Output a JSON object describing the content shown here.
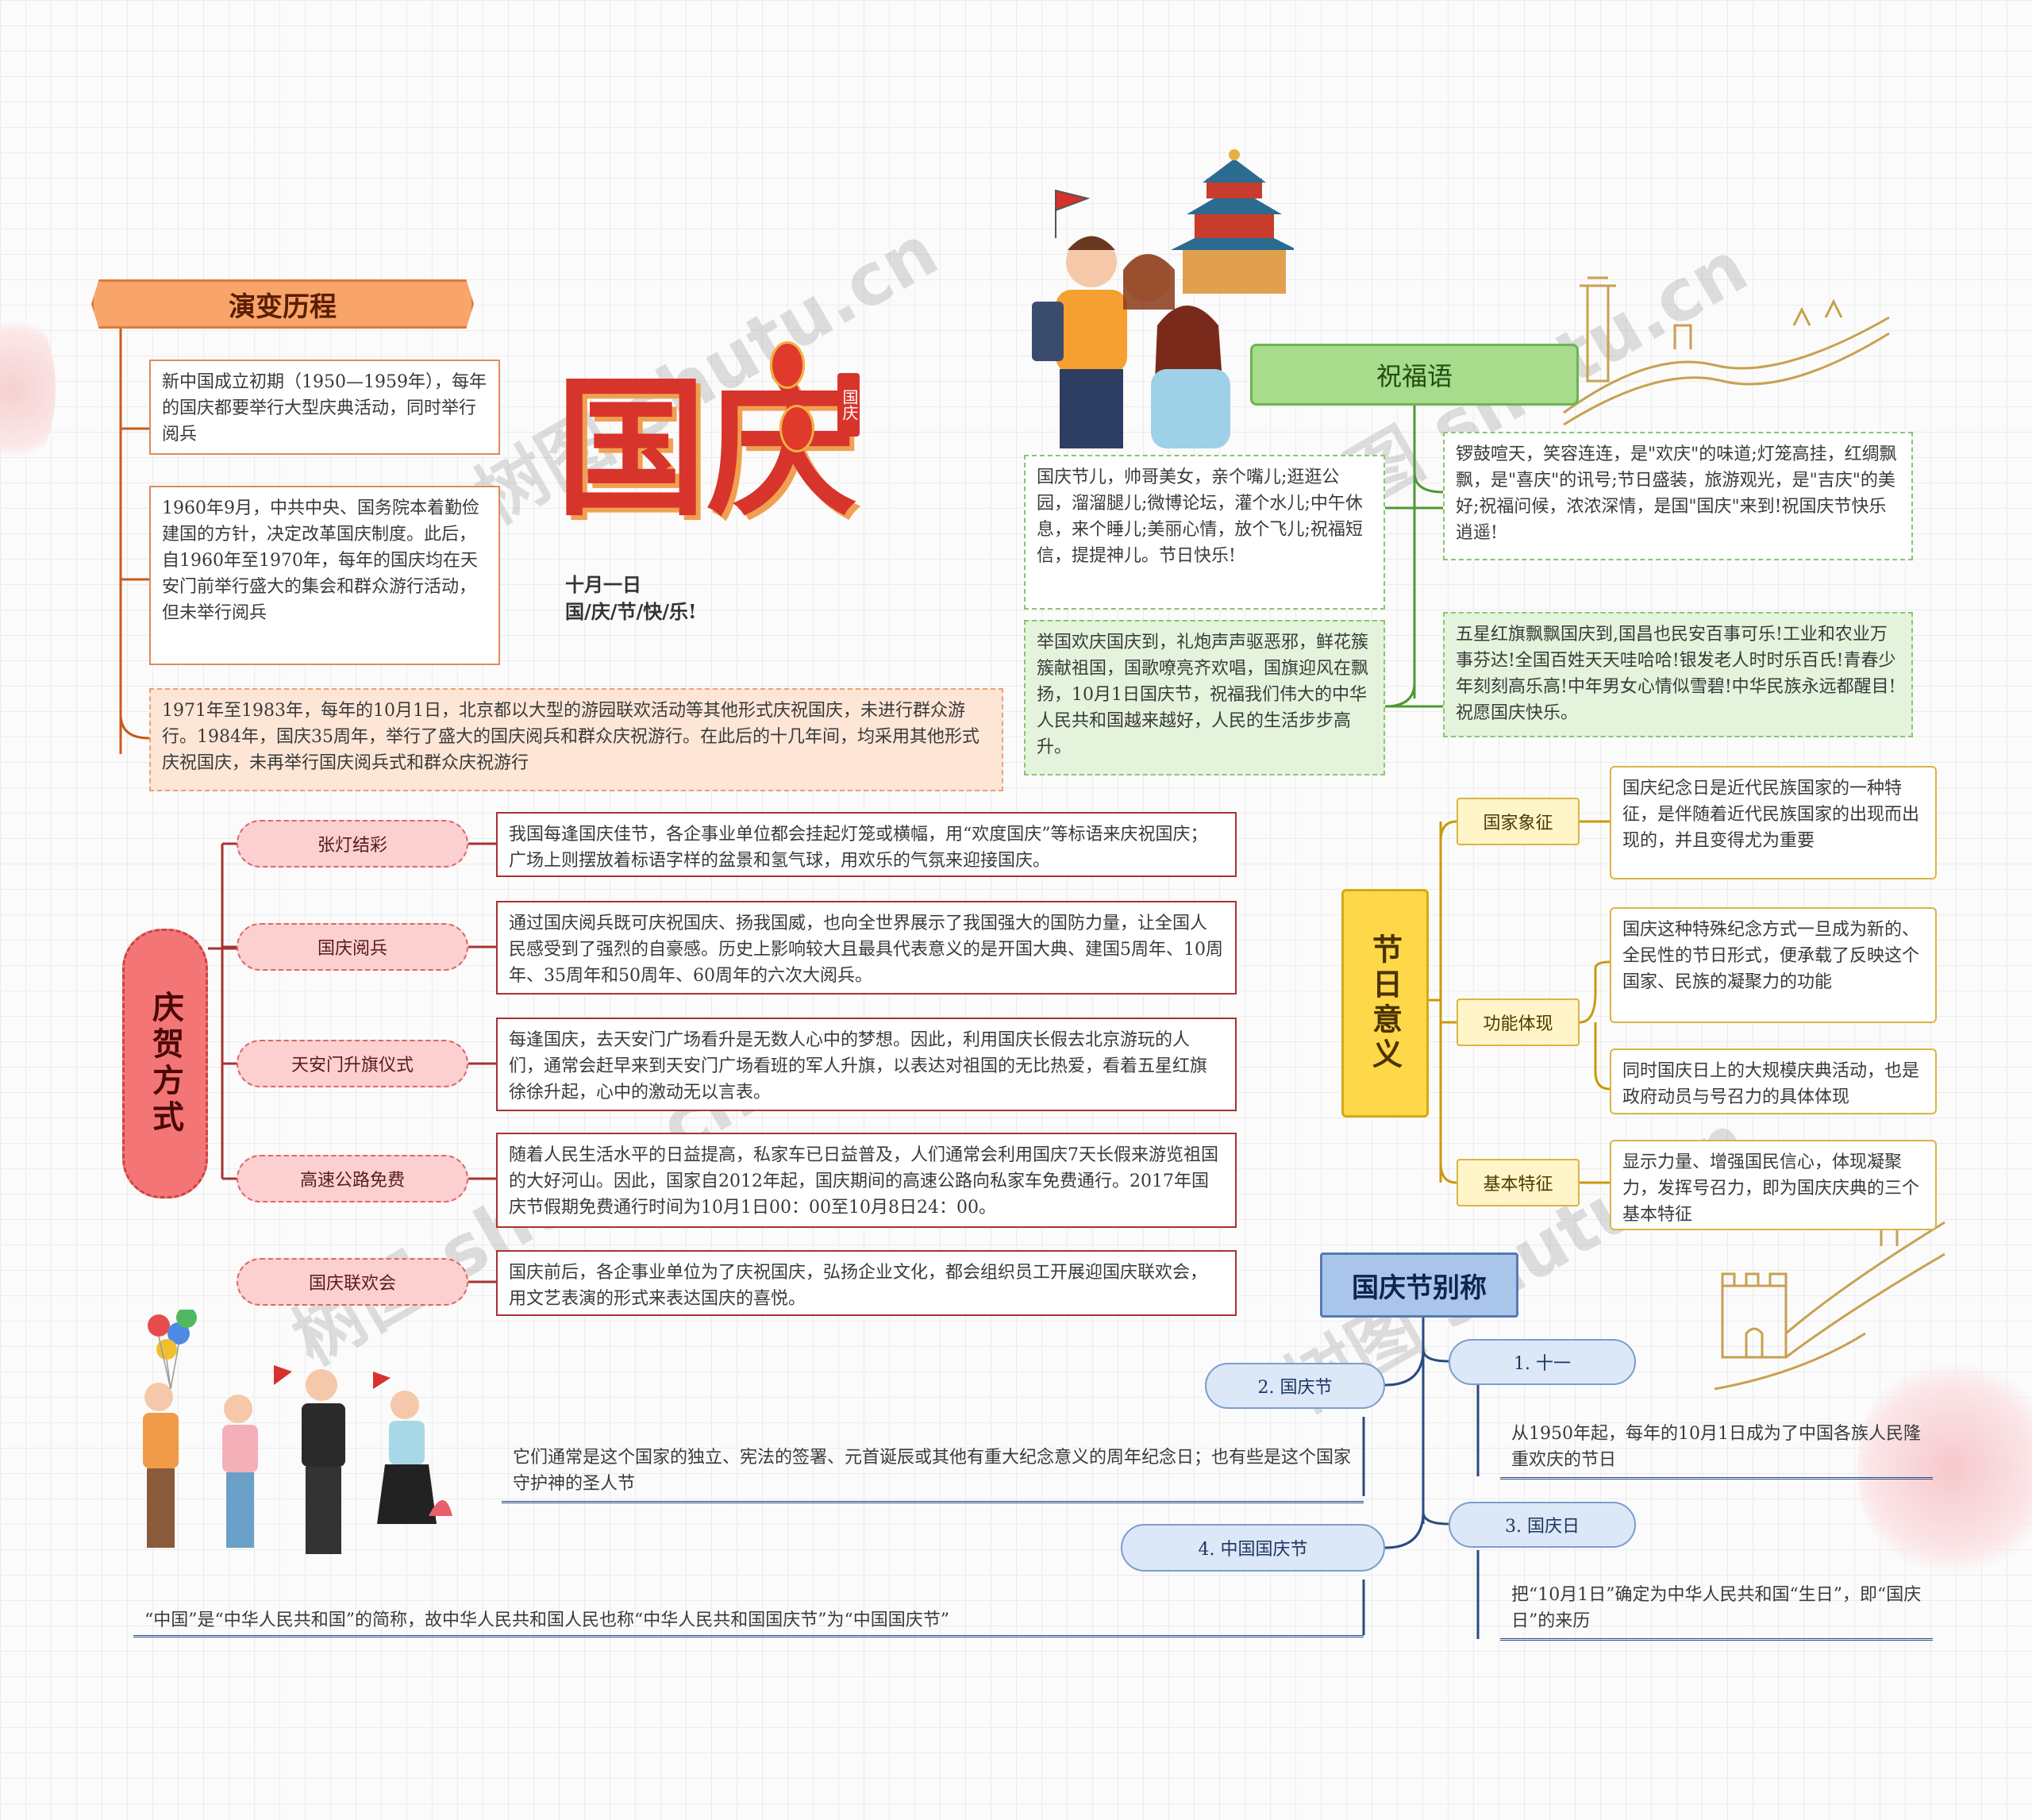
{
  "title": {
    "main": "国庆",
    "date": "十月一日",
    "greeting": "国/庆/节/快/乐!",
    "seal": "国庆"
  },
  "watermark": "树图 shutu.cn",
  "evolution": {
    "label": "演变历程",
    "items": [
      "新中国成立初期（1950—1959年），每年的国庆都要举行大型庆典活动，同时举行阅兵",
      "1960年9月，中共中央、国务院本着勤俭建国的方针，决定改革国庆制度。此后，自1960年至1970年，每年的国庆均在天安门前举行盛大的集会和群众游行活动，但未举行阅兵",
      "1971年至1983年，每年的10月1日，北京都以大型的游园联欢活动等其他形式庆祝国庆，未进行群众游行。1984年，国庆35周年，举行了盛大的国庆阅兵和群众庆祝游行。在此后的十几年间，均采用其他形式庆祝国庆，未再举行国庆阅兵式和群众庆祝游行"
    ]
  },
  "blessings": {
    "label": "祝福语",
    "items": [
      "国庆节儿，帅哥美女，亲个嘴儿;逛逛公园，溜溜腿儿;微博论坛，灌个水儿;中午休息，来个睡儿;美丽心情，放个飞儿;祝福短信，提提神儿。节日快乐!",
      "举国欢庆国庆到，礼炮声声驱恶邪，鲜花簇簇献祖国，国歌嘹亮齐欢唱，国旗迎风在飘扬，10月1日国庆节，祝福我们伟大的中华人民共和国越来越好，人民的生活步步高升。",
      "锣鼓喧天，笑容连连，是\"欢庆\"的味道;灯笼高挂，红绸飘飘，是\"喜庆\"的讯号;节日盛装，旅游观光，是\"吉庆\"的美好;祝福问候，浓浓深情，是国\"国庆\"来到!祝国庆节快乐逍遥!",
      "五星红旗飘飘国庆到,国昌也民安百事可乐!工业和农业万事芬达!全国百姓天天哇哈哈!银发老人时时乐百氏!青春少年刻刻高乐高!中年男女心情似雪碧!中华民族永远都醒目!祝愿国庆快乐。"
    ]
  },
  "celebration": {
    "label": "庆贺方式",
    "items": [
      {
        "label": "张灯结彩",
        "text": "我国每逢国庆佳节，各企事业单位都会挂起灯笼或横幅，用“欢度国庆”等标语来庆祝国庆；广场上则摆放着标语字样的盆景和氢气球，用欢乐的气氛来迎接国庆。"
      },
      {
        "label": "国庆阅兵",
        "text": "通过国庆阅兵既可庆祝国庆、扬我国威，也向全世界展示了我国强大的国防力量，让全国人民感受到了强烈的自豪感。历史上影响较大且最具代表意义的是开国大典、建国5周年、10周年、35周年和50周年、60周年的六次大阅兵。"
      },
      {
        "label": "天安门升旗仪式",
        "text": "每逢国庆，去天安门广场看升是无数人心中的梦想。因此，利用国庆长假去北京游玩的人们，通常会赶早来到天安门广场看班的军人升旗，以表达对祖国的无比热爱，看着五星红旗徐徐升起，心中的激动无以言表。"
      },
      {
        "label": "高速公路免费",
        "text": "随着人民生活水平的日益提高，私家车已日益普及，人们通常会利用国庆7天长假来游览祖国的大好河山。因此，国家自2012年起，国庆期间的高速公路向私家车免费通行。2017年国庆节假期免费通行时间为10月1日00：00至10月8日24：00。"
      },
      {
        "label": "国庆联欢会",
        "text": "国庆前后，各企事业单位为了庆祝国庆，弘扬企业文化，都会组织员工开展迎国庆联欢会，用文艺表演的形式来表达国庆的喜悦。"
      }
    ]
  },
  "significance": {
    "label": "节日意义",
    "items": [
      {
        "label": "国家象征",
        "texts": [
          "国庆纪念日是近代民族国家的一种特征，是伴随着近代民族国家的出现而出现的，并且变得尤为重要"
        ]
      },
      {
        "label": "功能体现",
        "texts": [
          "国庆这种特殊纪念方式一旦成为新的、全民性的节日形式，便承载了反映这个国家、民族的凝聚力的功能",
          "同时国庆日上的大规模庆典活动，也是政府动员与号召力的具体体现"
        ]
      },
      {
        "label": "基本特征",
        "texts": [
          "显示力量、增强国民信心，体现凝聚力，发挥号召力，即为国庆庆典的三个基本特征"
        ]
      }
    ]
  },
  "aliases": {
    "label": "国庆节别称",
    "items": [
      {
        "label": "1. 十一",
        "text": "从1950年起，每年的10月1日成为了中国各族人民隆重欢庆的节日"
      },
      {
        "label": "2. 国庆节",
        "text": "它们通常是这个国家的独立、宪法的签署、元首诞辰或其他有重大纪念意义的周年纪念日；也有些是这个国家守护神的圣人节"
      },
      {
        "label": "3. 国庆日",
        "text": "把“10月1日”确定为中华人民共和国“生日”，即“国庆日”的来历"
      },
      {
        "label": "4. 中国国庆节",
        "text": "“中国”是“中华人民共和国”的简称，故中华人民共和国人民也称“中华人民共和国国庆节”为“中国国庆节”"
      }
    ]
  },
  "colors": {
    "orange": "#f8a46a",
    "green": "#a6dc8c",
    "red": "#f47575",
    "yellow": "#ffd84a",
    "blue": "#a9c6ea",
    "title_red": "#d7342c"
  },
  "decorations": [
    "temple-of-heaven-illustration",
    "celebrating-people-illustration",
    "great-wall-sketch",
    "lantern-icon",
    "balloon-group-illustration",
    "flower-decoration"
  ]
}
